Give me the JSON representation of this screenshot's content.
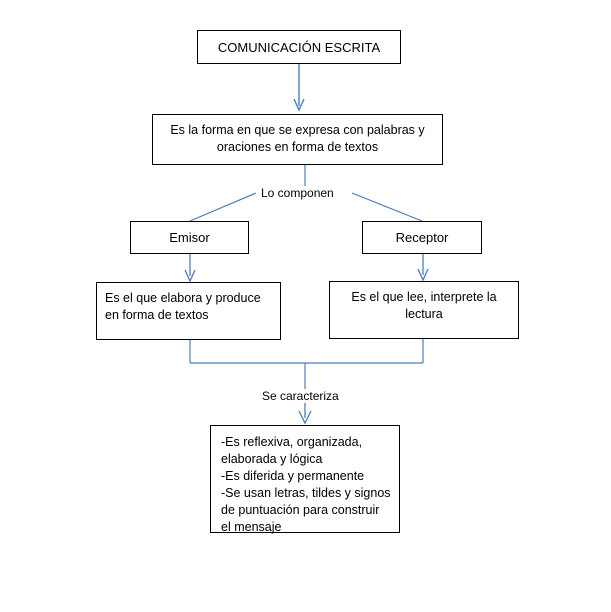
{
  "diagram": {
    "title_node": "COMUNICACIÓN ESCRITA",
    "definition_node": "Es la forma en que se expresa con palabras y\noraciones en forma de textos",
    "edge_labels": {
      "compose": "Lo componen",
      "characterize": "Se caracteriza"
    },
    "branches": [
      {
        "role": "Emisor",
        "description": "Es el que elabora y produce\nen forma de textos"
      },
      {
        "role": "Receptor",
        "description": "Es el que lee, interprete la\nlectura"
      }
    ],
    "characteristics_node": "-Es reflexiva, organizada,\nelaborada y lógica\n-Es diferida y permanente\n-Se usan letras, tildes y signos\nde puntuación para construir\nel mensaje",
    "colors": {
      "connector": "#4a7ebb",
      "box_border": "#000000",
      "text": "#000000",
      "background": "#ffffff"
    }
  }
}
